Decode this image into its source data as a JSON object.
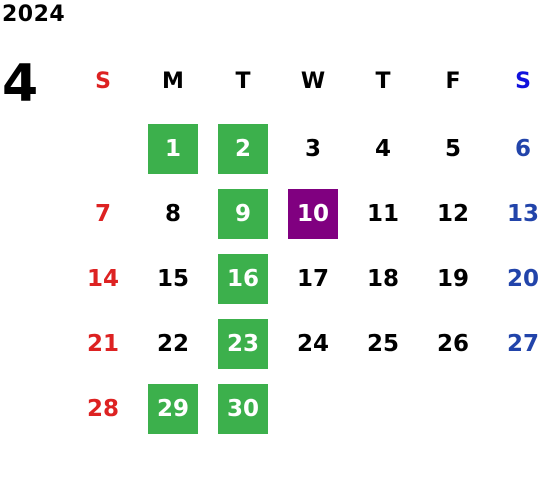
{
  "year": "2024",
  "month": "4",
  "weekday_headers": [
    "S",
    "M",
    "T",
    "W",
    "T",
    "F",
    "S"
  ],
  "colors": {
    "sunday": "#dd2222",
    "saturday": "#2244aa",
    "highlight_green": "#3cb04c",
    "highlight_purple": "#800080"
  },
  "weeks": [
    [
      {
        "day": "",
        "style": "blank"
      },
      {
        "day": "1",
        "style": "green"
      },
      {
        "day": "2",
        "style": "green"
      },
      {
        "day": "3",
        "style": "normal"
      },
      {
        "day": "4",
        "style": "normal"
      },
      {
        "day": "5",
        "style": "normal"
      },
      {
        "day": "6",
        "style": "saturday"
      }
    ],
    [
      {
        "day": "7",
        "style": "sunday"
      },
      {
        "day": "8",
        "style": "normal"
      },
      {
        "day": "9",
        "style": "green"
      },
      {
        "day": "10",
        "style": "purple"
      },
      {
        "day": "11",
        "style": "normal"
      },
      {
        "day": "12",
        "style": "normal"
      },
      {
        "day": "13",
        "style": "saturday"
      }
    ],
    [
      {
        "day": "14",
        "style": "sunday"
      },
      {
        "day": "15",
        "style": "normal"
      },
      {
        "day": "16",
        "style": "green"
      },
      {
        "day": "17",
        "style": "normal"
      },
      {
        "day": "18",
        "style": "normal"
      },
      {
        "day": "19",
        "style": "normal"
      },
      {
        "day": "20",
        "style": "saturday"
      }
    ],
    [
      {
        "day": "21",
        "style": "sunday"
      },
      {
        "day": "22",
        "style": "normal"
      },
      {
        "day": "23",
        "style": "green"
      },
      {
        "day": "24",
        "style": "normal"
      },
      {
        "day": "25",
        "style": "normal"
      },
      {
        "day": "26",
        "style": "normal"
      },
      {
        "day": "27",
        "style": "saturday"
      }
    ],
    [
      {
        "day": "28",
        "style": "sunday"
      },
      {
        "day": "29",
        "style": "green"
      },
      {
        "day": "30",
        "style": "green"
      },
      {
        "day": "",
        "style": "blank"
      },
      {
        "day": "",
        "style": "blank"
      },
      {
        "day": "",
        "style": "blank"
      },
      {
        "day": "",
        "style": "blank"
      }
    ]
  ]
}
